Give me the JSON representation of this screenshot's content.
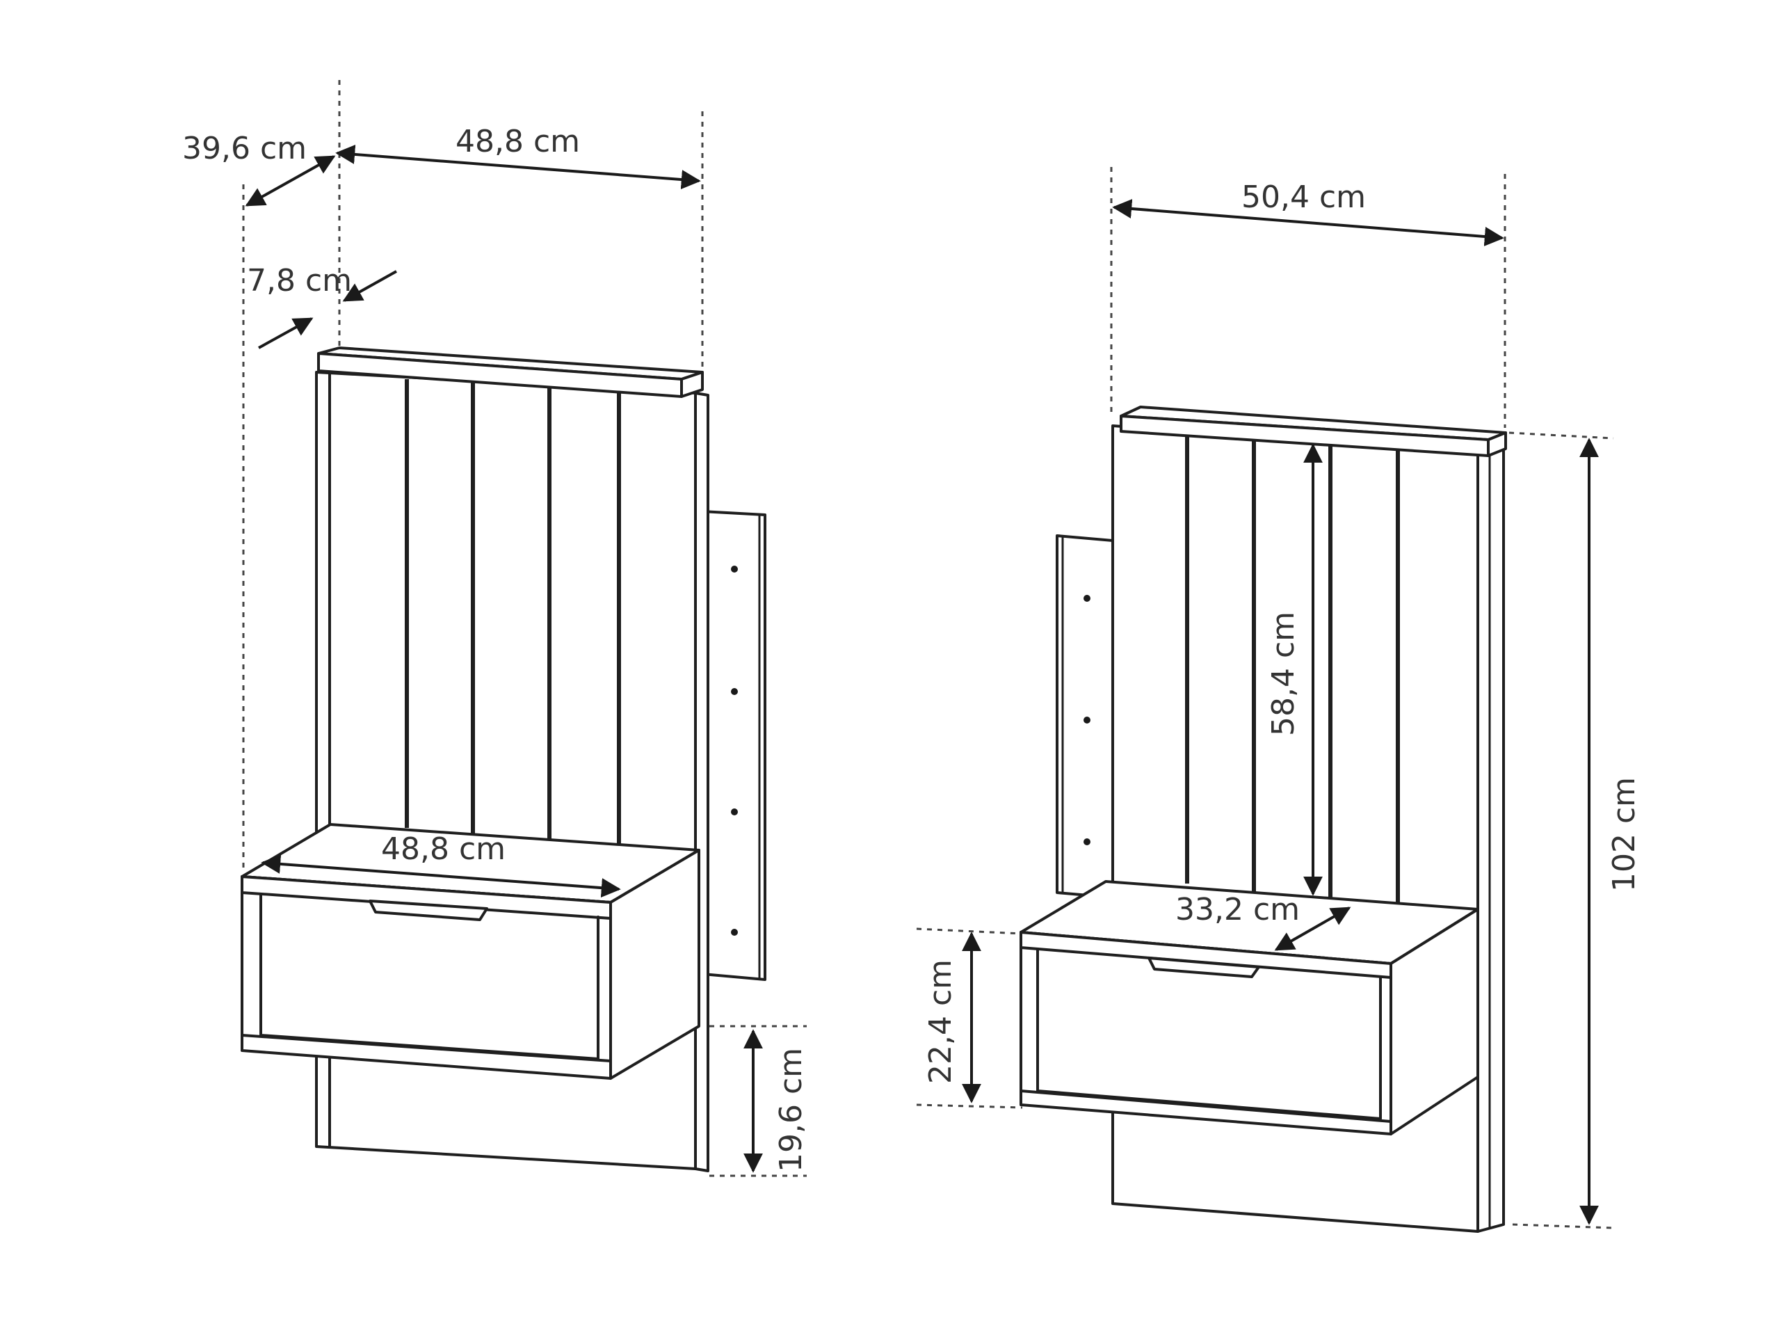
{
  "views": [
    {
      "name": "left-view",
      "dimensions": {
        "depth_total": "39,6 cm",
        "width_top": "48,8 cm",
        "depth_panel": "7,8 cm",
        "width_drawer": "48,8 cm",
        "height_bottom": "19,6 cm"
      }
    },
    {
      "name": "right-view",
      "dimensions": {
        "width_top": "50,4 cm",
        "height_panel": "58,4 cm",
        "depth_drawer": "33,2 cm",
        "height_drawer": "22,4 cm",
        "height_total": "102 cm"
      }
    }
  ],
  "colors": {
    "line": "#1f1f1f",
    "background": "#ffffff",
    "text": "#333333"
  }
}
